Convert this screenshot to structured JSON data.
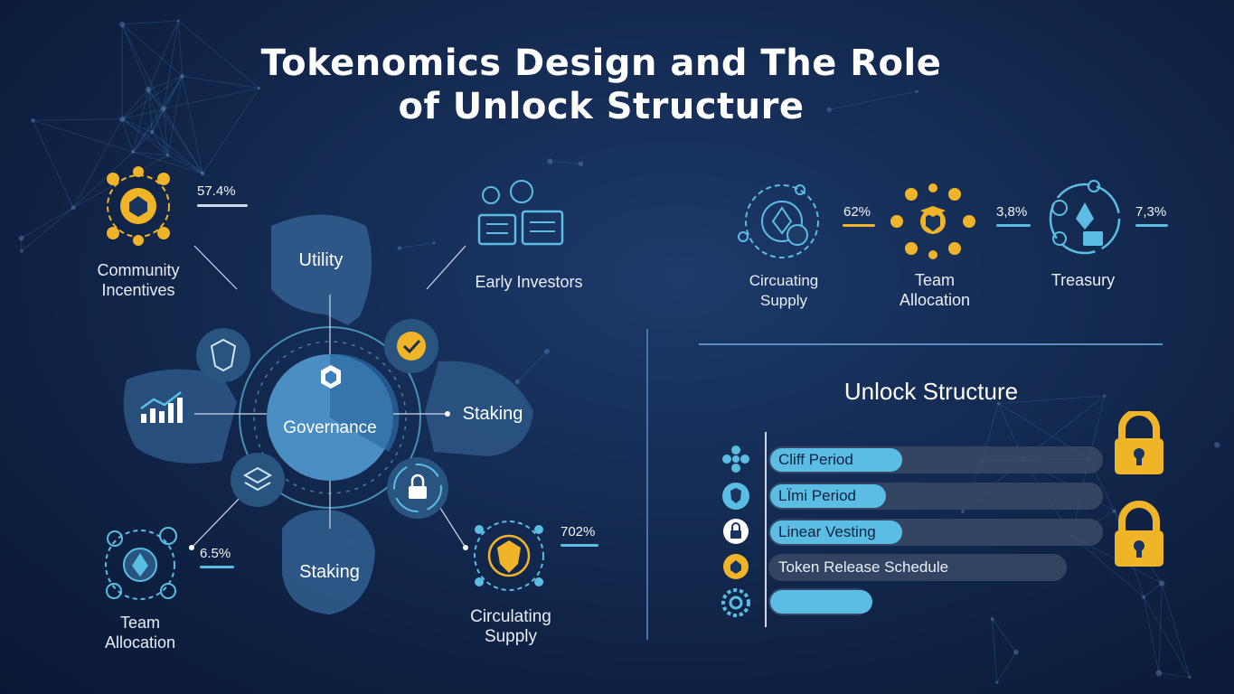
{
  "title": {
    "line1": "Tokenomics Design and The Role",
    "line2": "of Unlock Structure"
  },
  "colors": {
    "accent_blue": "#5bbde3",
    "accent_gold": "#f0b428",
    "bubble": "#2f5c8c",
    "bg": "#13294f"
  },
  "left": {
    "community": {
      "label1": "Community",
      "label2": "Incentives",
      "pct": "57.4%",
      "icon": "hex-network-icon"
    },
    "early_investors": {
      "label": "Early Investors",
      "icon": "documents-icon"
    },
    "team": {
      "label1": "Team",
      "label2": "Allocation",
      "pct": "6.5%",
      "icon": "ethereum-ring-icon"
    },
    "circulating": {
      "label1": "Circulating",
      "label2": "Supply",
      "pct": "702%",
      "icon": "gold-diamond-icon"
    },
    "hub": {
      "center": "Governance",
      "bubbles": {
        "utility": "Utility",
        "staking_right": "Staking",
        "staking_bottom": "Staking"
      }
    }
  },
  "right_top": {
    "circulating": {
      "label1": "Circuating",
      "label2": "Supply",
      "pct": "62%"
    },
    "team": {
      "label1": "Team",
      "label2": "Allocation",
      "pct": "3,8%"
    },
    "treasury": {
      "label": "Treasury",
      "pct": "7,3%"
    }
  },
  "unlock": {
    "title": "Unlock Structure",
    "rows": [
      {
        "label": "Cliff Period",
        "icon": "flower-icon",
        "fill": 0.4
      },
      {
        "label": "LЇmі Period",
        "icon": "shield-icon",
        "fill": 0.35
      },
      {
        "label": "Linear Vesting",
        "icon": "lock-badge-icon",
        "fill": 0.4
      },
      {
        "label": "Token Release Schedule",
        "icon": "coin-icon",
        "fill": 0.0
      },
      {
        "label": "",
        "icon": "gear-icon",
        "fill": 0.6
      }
    ]
  }
}
